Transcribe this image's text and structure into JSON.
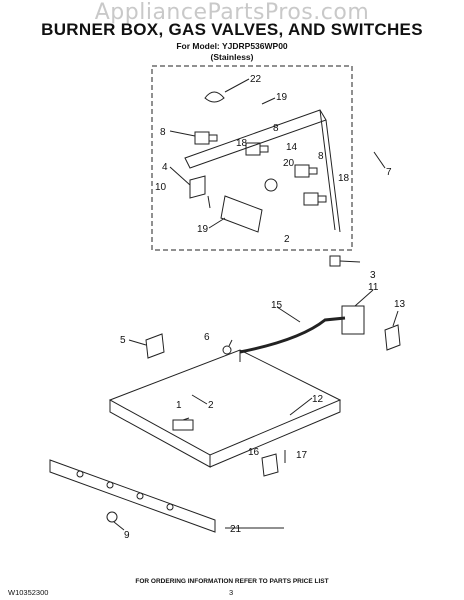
{
  "watermark": "AppliancePartsPros.com",
  "title": "BURNER BOX, GAS VALVES, AND SWITCHES",
  "model_line": "For Model: YJDRP536WP00",
  "variant_line": "(Stainless)",
  "callouts": [
    "22",
    "19",
    "8",
    "18",
    "8",
    "14",
    "20",
    "8",
    "4",
    "18",
    "10",
    "7",
    "19",
    "2",
    "3",
    "11",
    "15",
    "13",
    "5",
    "6",
    "2",
    "1",
    "12",
    "16",
    "17",
    "9",
    "21"
  ],
  "footer_note": "FOR ORDERING INFORMATION REFER TO PARTS PRICE LIST",
  "doc_number": "W10352300",
  "page_number": "3",
  "colors": {
    "line": "#222222",
    "watermark": "#c9c9c9"
  }
}
